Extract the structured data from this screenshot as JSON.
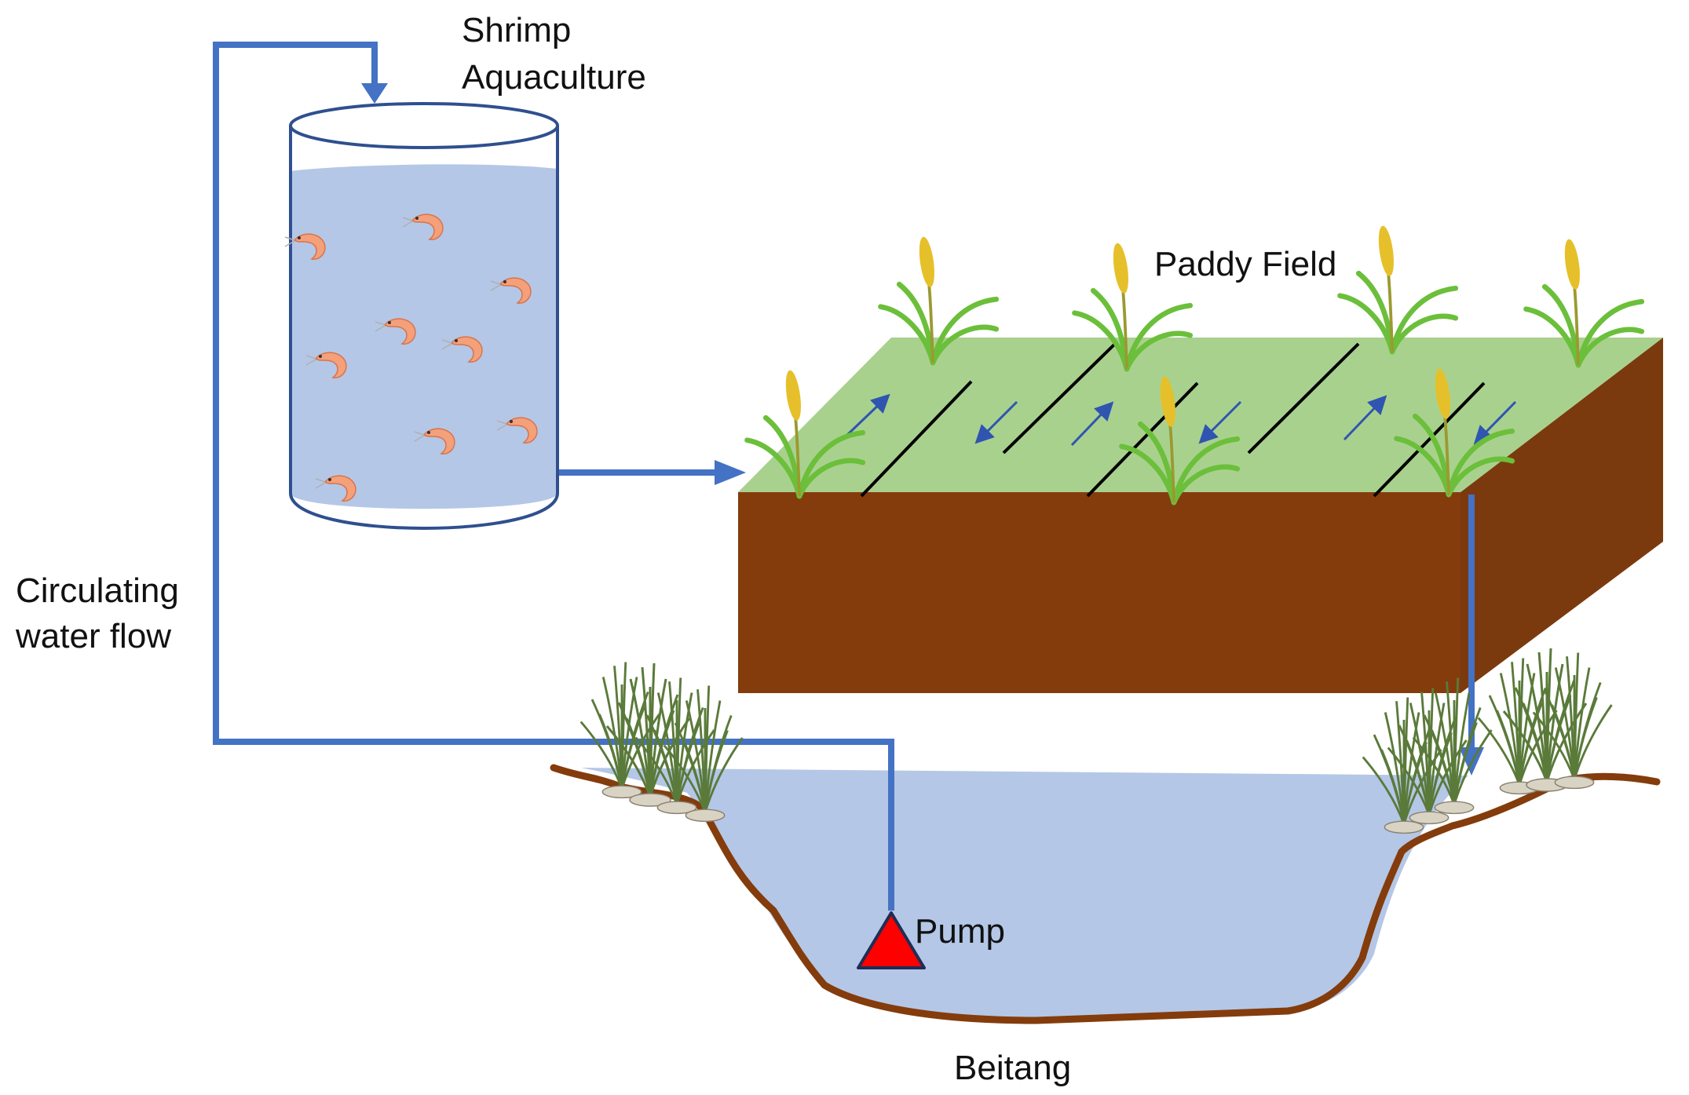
{
  "diagram": {
    "labels": {
      "shrimp_aquaculture": [
        "Shrimp",
        "Aquaculture"
      ],
      "paddy_field": "Paddy Field",
      "circulating_water_flow": [
        "Circulating",
        "water flow"
      ],
      "pump": "Pump",
      "beitang": "Beitang"
    },
    "colors": {
      "pipe": "#4472c4",
      "water": "#b4c7e7",
      "field_top": "#a9d18e",
      "soil_front": "#843c0c",
      "soil_side": "#7b3a0e",
      "pond_bank": "#843c0c",
      "pump": "#ff0000",
      "shrimp": "#f4a07a",
      "rice_leaf": "#6bbf3a",
      "rice_grain": "#e6c02a",
      "reed": "#5a7a3a"
    },
    "icons": {
      "tank": "cylinder-tank-icon",
      "shrimp": "shrimp-icon",
      "rice": "rice-plant-icon",
      "reed": "reed-clump-icon",
      "pump": "pump-triangle-icon"
    }
  }
}
